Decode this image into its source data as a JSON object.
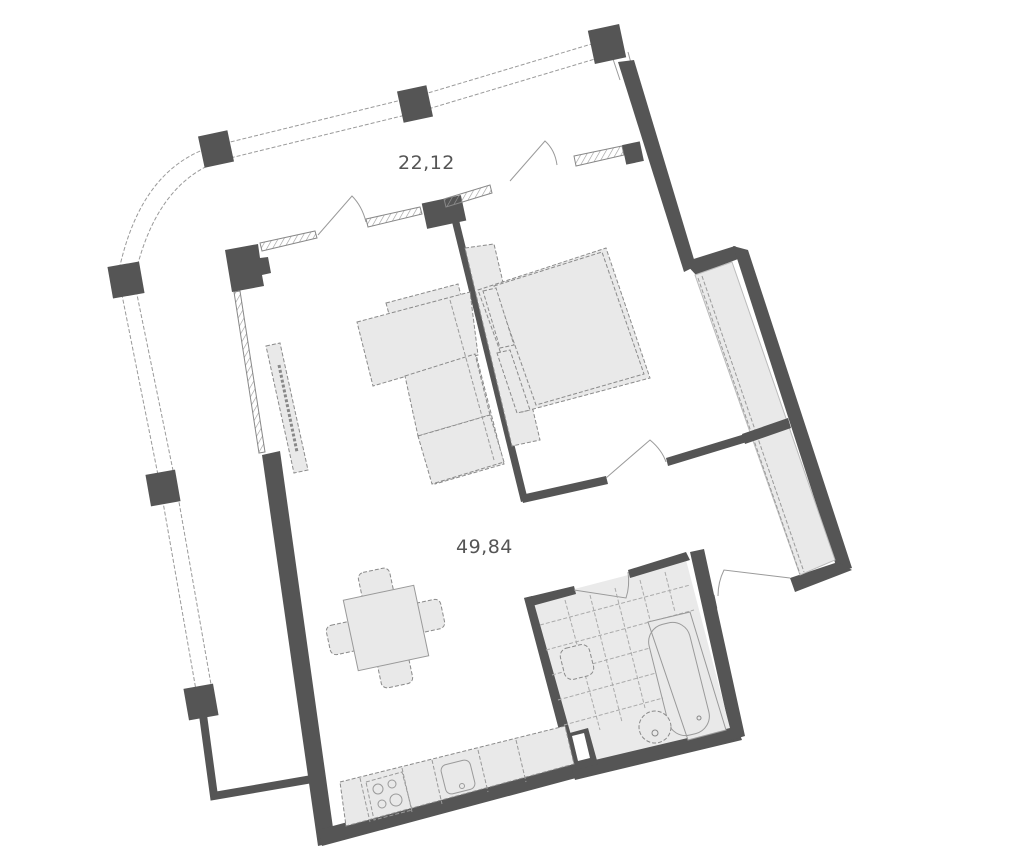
{
  "plan": {
    "rooms": [
      {
        "id": "balcony",
        "label": "22,12"
      },
      {
        "id": "main",
        "label": "49,84"
      }
    ],
    "colors": {
      "wall": "#555555",
      "furniture_fill": "#e9e9e9",
      "line": "#9a9a9a",
      "background": "#ffffff",
      "text": "#555555"
    }
  }
}
